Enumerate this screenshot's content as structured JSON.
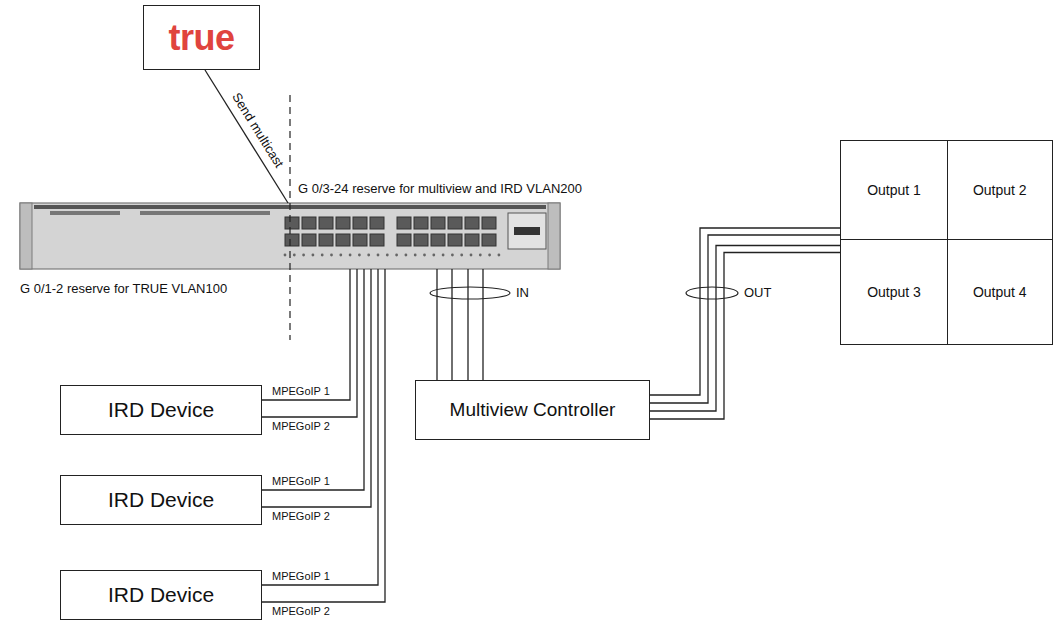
{
  "diagram": {
    "nodes": [
      {
        "text": [
          "true"
        ]
      },
      {
        "text": [
          "G 0/3-24 reserve for multiview and IRD VLAN200",
          "G 0/1-2 reserve for TRUE VLAN100"
        ]
      },
      {
        "text": [
          "Output 1"
        ]
      },
      {
        "text": [
          "Output 2"
        ]
      },
      {
        "text": [
          "Output 3"
        ]
      },
      {
        "text": [
          "Output 4"
        ]
      },
      {
        "text": [
          "IRD Device"
        ]
      },
      {
        "text": [
          "Multiview Controller"
        ]
      },
      {
        "text": [
          "IRD Device"
        ]
      },
      {
        "text": [
          "IRD Device"
        ]
      }
    ],
    "edges": [
      {
        "from": 0,
        "to": 1,
        "label": "Send multicast",
        "arrow": "none"
      },
      {
        "from": 6,
        "to": 1,
        "label": "MPEGoIP 1",
        "arrow": "none"
      },
      {
        "from": 6,
        "to": 1,
        "label": "MPEGoIP 2",
        "arrow": "none"
      },
      {
        "from": 8,
        "to": 1,
        "label": "MPEGoIP 1",
        "arrow": "none"
      },
      {
        "from": 8,
        "to": 1,
        "label": "MPEGoIP 2",
        "arrow": "none"
      },
      {
        "from": 9,
        "to": 1,
        "label": "MPEGoIP 1",
        "arrow": "none"
      },
      {
        "from": 9,
        "to": 1,
        "label": "MPEGoIP 2",
        "arrow": "none"
      },
      {
        "from": 7,
        "to": 1,
        "arrow": "none"
      },
      {
        "from": 7,
        "to": 1,
        "arrow": "none"
      },
      {
        "from": 7,
        "to": 1,
        "arrow": "none"
      },
      {
        "from": 7,
        "to": 1,
        "arrow": "none"
      },
      {
        "from": 7,
        "to": 2,
        "arrow": "none"
      },
      {
        "from": 7,
        "to": 2,
        "arrow": "none"
      },
      {
        "from": 7,
        "to": 4,
        "arrow": "none"
      },
      {
        "from": 7,
        "to": 4,
        "arrow": "none"
      }
    ],
    "labels": [
      "IN",
      "OUT"
    ]
  }
}
